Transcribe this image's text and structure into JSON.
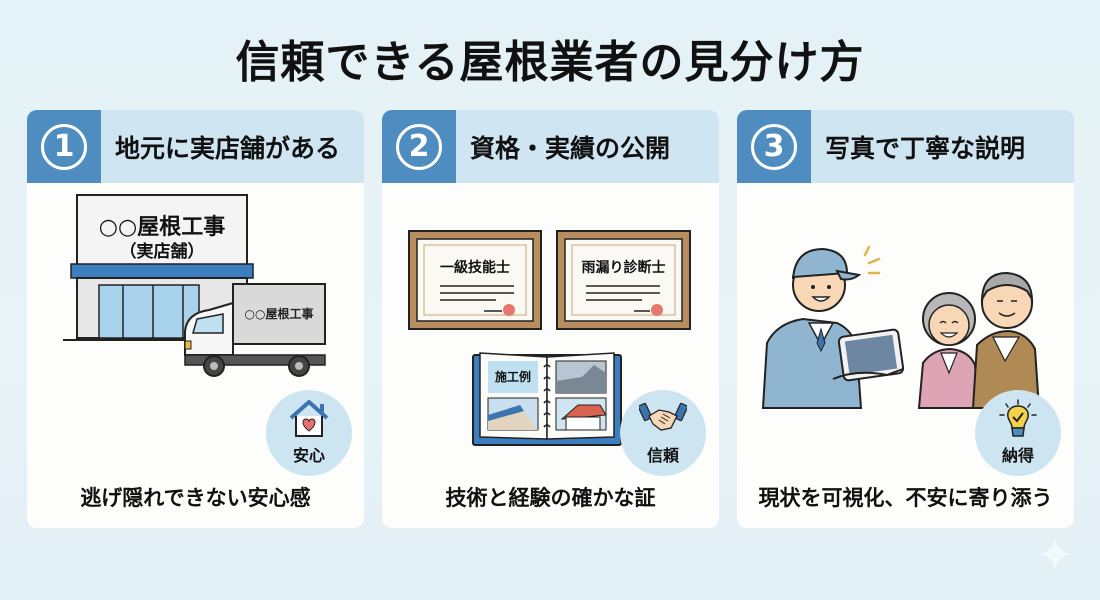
{
  "title": "信頼できる屋根業者の見分け方",
  "colors": {
    "background": "#e4f1f6",
    "card": "#fdfdfb",
    "header_band": "#cfe6f2",
    "number_box": "#4f8dc0",
    "badge": "#cde5f1",
    "text": "#111111"
  },
  "cards": [
    {
      "number": "1",
      "title": "地元に実店舗がある",
      "illustration": {
        "type": "storefront-with-truck",
        "store_sign": "○○屋根工事",
        "store_sub_sign": "（実店舗）",
        "truck_label": "○○屋根工事"
      },
      "badge": {
        "icon": "house-heart-icon",
        "label": "安心"
      },
      "caption": "逃げ隠れできない安心感"
    },
    {
      "number": "2",
      "title": "資格・実績の公開",
      "illustration": {
        "type": "certificates-and-portfolio",
        "certificates": [
          "一級技能士",
          "雨漏り診断士"
        ],
        "portfolio_label": "施工例"
      },
      "badge": {
        "icon": "handshake-icon",
        "label": "信頼"
      },
      "caption": "技術と経験の確かな証"
    },
    {
      "number": "3",
      "title": "写真で丁寧な説明",
      "illustration": {
        "type": "worker-showing-tablet-to-elderly-couple"
      },
      "badge": {
        "icon": "lightbulb-check-icon",
        "label": "納得"
      },
      "caption": "現状を可視化、不安に寄り添う"
    }
  ]
}
